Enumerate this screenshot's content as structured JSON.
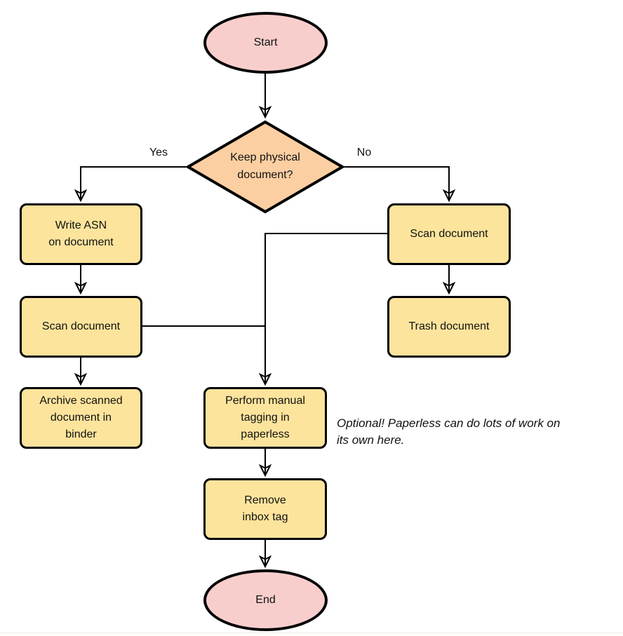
{
  "colors": {
    "terminator_fill": "#f8cecc",
    "decision_fill": "#fccfa2",
    "process_fill": "#fde49c",
    "stroke": "#000000",
    "background": "#ffffff"
  },
  "nodes": {
    "start": {
      "type": "terminator",
      "label": "Start"
    },
    "decision": {
      "type": "decision",
      "label": [
        "Keep physical",
        "document?"
      ]
    },
    "write_asn": {
      "type": "process",
      "label": [
        "Write ASN",
        "on document"
      ]
    },
    "scan_left": {
      "type": "process",
      "label": "Scan document"
    },
    "archive": {
      "type": "process",
      "label": [
        "Archive scanned",
        "document in",
        "binder"
      ]
    },
    "scan_right": {
      "type": "process",
      "label": "Scan document"
    },
    "trash": {
      "type": "process",
      "label": "Trash document"
    },
    "tagging": {
      "type": "process",
      "label": [
        "Perform manual",
        "tagging in",
        "paperless"
      ]
    },
    "remove_inbox": {
      "type": "process",
      "label": [
        "Remove",
        "inbox tag"
      ]
    },
    "end": {
      "type": "terminator",
      "label": "End"
    }
  },
  "edge_labels": {
    "yes": "Yes",
    "no": "No"
  },
  "note": {
    "text": [
      "Optional! Paperless can do lots of work on",
      "its own here."
    ]
  }
}
